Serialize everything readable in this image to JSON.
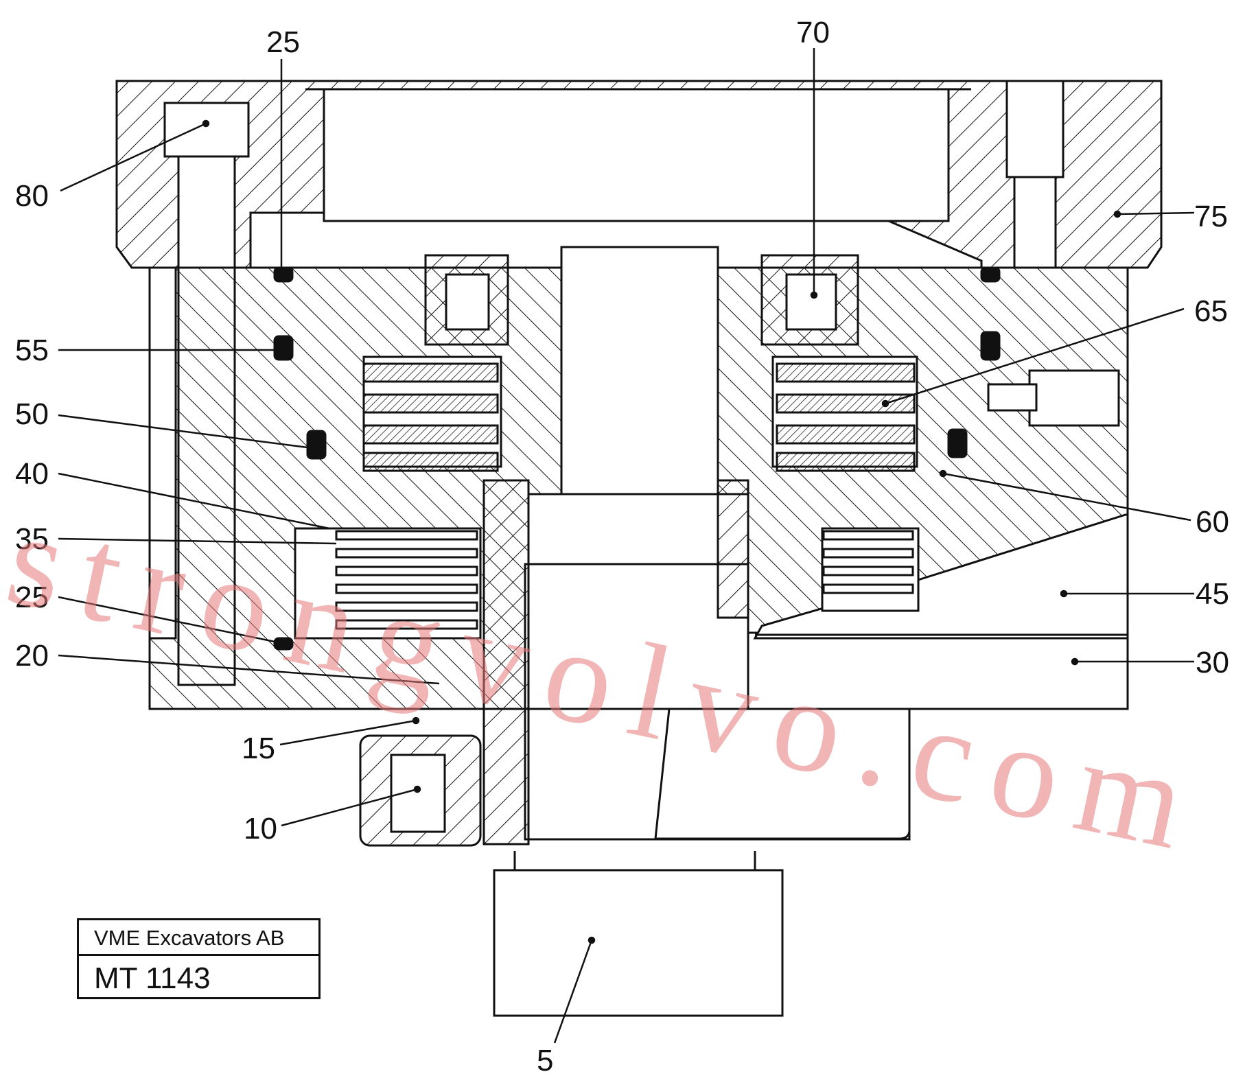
{
  "callouts": [
    "25",
    "70",
    "80",
    "75",
    "65",
    "55",
    "50",
    "40",
    "35",
    "25",
    "20",
    "15",
    "10",
    "60",
    "45",
    "30",
    "5"
  ],
  "title_block": {
    "company": "VME Excavators AB",
    "code": "MT 1143"
  },
  "watermark": "strongvolvo.com",
  "colors": {
    "ink": "#111111",
    "watermark": "#e58a8a"
  }
}
